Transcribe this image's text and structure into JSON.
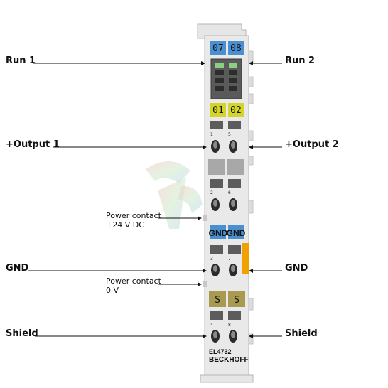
{
  "labels": {
    "run1": "Run 1",
    "run2": "Run 2",
    "output1": "+Output 1",
    "output2": "+Output 2",
    "power24_line1": "Power contact",
    "power24_line2": "+24 V DC",
    "gnd_left": "GND",
    "gnd_right": "GND",
    "power0_line1": "Power contact",
    "power0_line2": "0 V",
    "shield_left": "Shield",
    "shield_right": "Shield"
  },
  "module": {
    "led_tag_1": "07",
    "led_tag_2": "08",
    "out_tag_1": "01",
    "out_tag_2": "02",
    "gnd_tag_1": "GND",
    "gnd_tag_2": "GND",
    "shield_tag_1": "S",
    "shield_tag_2": "S",
    "terminal_numbers": [
      "1",
      "5",
      "2",
      "6",
      "3",
      "7",
      "4",
      "8"
    ],
    "model": "EL4732",
    "brand": "BECKHOFF"
  },
  "colors": {
    "blue_tag": "#4a8fcf",
    "yellow_tag": "#d4d42a",
    "olive_tag": "#a89a50",
    "orange_strip": "#f0a000",
    "led_green": "#8bd080",
    "housing": "#d8d8d8"
  }
}
